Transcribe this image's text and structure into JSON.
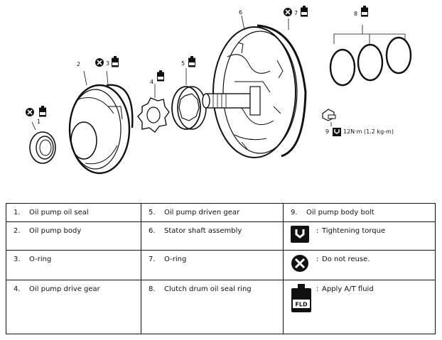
{
  "callouts": {
    "c1": "1",
    "c2": "2",
    "c3": "3",
    "c4": "4",
    "c5": "5",
    "c6": "6",
    "c7": "7",
    "c8": "8",
    "c9": "9",
    "torque": "12N·m (1.2 kg-m)"
  },
  "icon_text": {
    "fld": "FLD"
  },
  "legend": {
    "rows": [
      [
        {
          "num": "1.",
          "text": "Oil pump oil seal"
        },
        {
          "num": "5.",
          "text": "Oil pump driven gear"
        },
        {
          "num": "9.",
          "text": "Oil pump body bolt"
        }
      ],
      [
        {
          "num": "2.",
          "text": "Oil pump body"
        },
        {
          "num": "6.",
          "text": "Stator shaft assembly"
        },
        {
          "icon": "torque-wrench-icon",
          "text": "Tightening torque"
        }
      ],
      [
        {
          "num": "3.",
          "text": "O-ring"
        },
        {
          "num": "7.",
          "text": "O-ring"
        },
        {
          "icon": "do-not-reuse-icon",
          "text": "Do not reuse."
        }
      ],
      [
        {
          "num": "4.",
          "text": "Oil pump drive gear"
        },
        {
          "num": "8.",
          "text": "Clutch drum oil seal ring"
        },
        {
          "icon": "fluid-can-icon",
          "text": "Apply A/T fluid"
        }
      ]
    ],
    "colon": ":"
  },
  "colors": {
    "line": "#111111",
    "background": "#ffffff"
  }
}
